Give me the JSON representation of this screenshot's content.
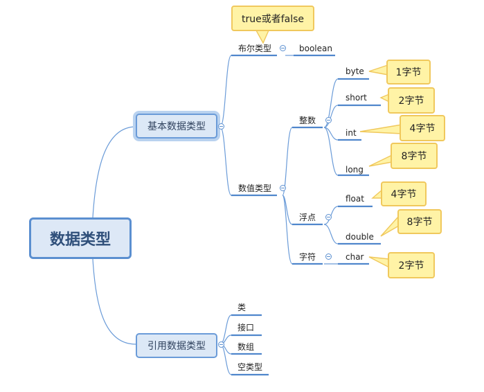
{
  "root": {
    "label": "数据类型"
  },
  "basic": {
    "label": "基本数据类型",
    "bool": {
      "label": "布尔类型",
      "value": "boolean",
      "note": "true或者false"
    },
    "numeric": {
      "label": "数值类型",
      "integer": {
        "label": "整数",
        "items": [
          {
            "label": "byte",
            "note": "1字节"
          },
          {
            "label": "short",
            "note": "2字节"
          },
          {
            "label": "int",
            "note": "4字节"
          },
          {
            "label": "long",
            "note": "8字节"
          }
        ]
      },
      "float_group": {
        "label": "浮点",
        "items": [
          {
            "label": "float",
            "note": "4字节"
          },
          {
            "label": "double",
            "note": "8字节"
          }
        ]
      },
      "char_group": {
        "label": "字符",
        "items": [
          {
            "label": "char",
            "note": "2字节"
          }
        ]
      }
    }
  },
  "reference": {
    "label": "引用数据类型",
    "items": [
      {
        "label": "类"
      },
      {
        "label": "接口"
      },
      {
        "label": "数组"
      },
      {
        "label": "空类型"
      }
    ]
  },
  "colors": {
    "branch": "#6a9bd8",
    "underline": "#4f86cc",
    "note_fill": "#fff3a6",
    "note_border": "#f0c85c"
  }
}
